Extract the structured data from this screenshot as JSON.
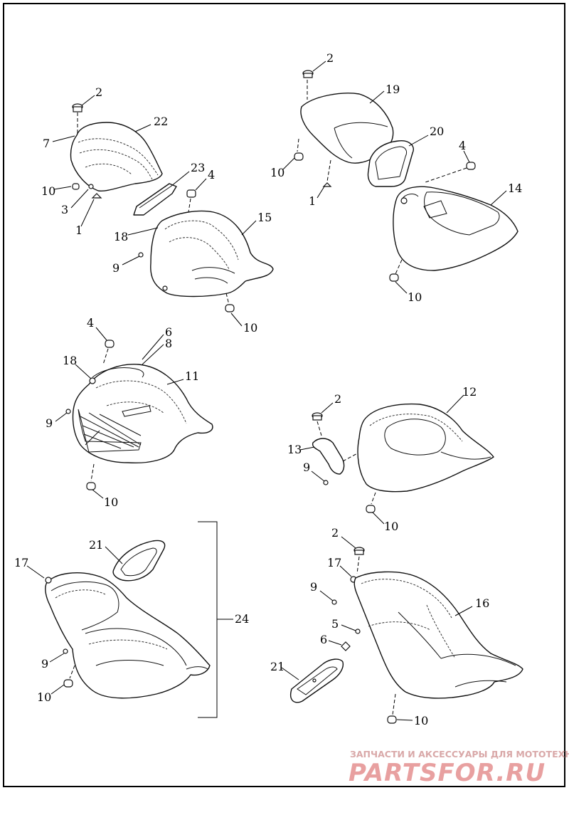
{
  "callouts": {
    "g1": {
      "c2": "2",
      "c22": "22",
      "c7": "7",
      "c10": "10",
      "c3": "3",
      "c1": "1",
      "c23": "23",
      "c4": "4",
      "c18": "18",
      "c15": "15",
      "c9": "9",
      "c10b": "10"
    },
    "g2": {
      "c2": "2",
      "c19": "19",
      "c20": "20",
      "c4": "4",
      "c10": "10",
      "c1": "1",
      "c14": "14",
      "c10b": "10"
    },
    "g3": {
      "c4": "4",
      "c6": "6",
      "c8": "8",
      "c18": "18",
      "c11": "11",
      "c9": "9",
      "c10": "10"
    },
    "g4": {
      "c2": "2",
      "c12": "12",
      "c13": "13",
      "c9": "9",
      "c10": "10"
    },
    "g5": {
      "c21": "21",
      "c17": "17",
      "c24": "24",
      "c9": "9",
      "c10": "10"
    },
    "g6": {
      "c2": "2",
      "c17": "17",
      "c9": "9",
      "c16": "16",
      "c5": "5",
      "c6": "6",
      "c21": "21",
      "c10": "10"
    }
  },
  "watermark": {
    "tagline": "ЗАПЧАСТИ И АКСЕССУАРЫ ДЛЯ МОТОТЕХНИКИ",
    "brand": "PARTSFOR.RU"
  },
  "colors": {
    "line": "#111111",
    "background": "#ffffff",
    "watermark": "#e8a0a0"
  }
}
